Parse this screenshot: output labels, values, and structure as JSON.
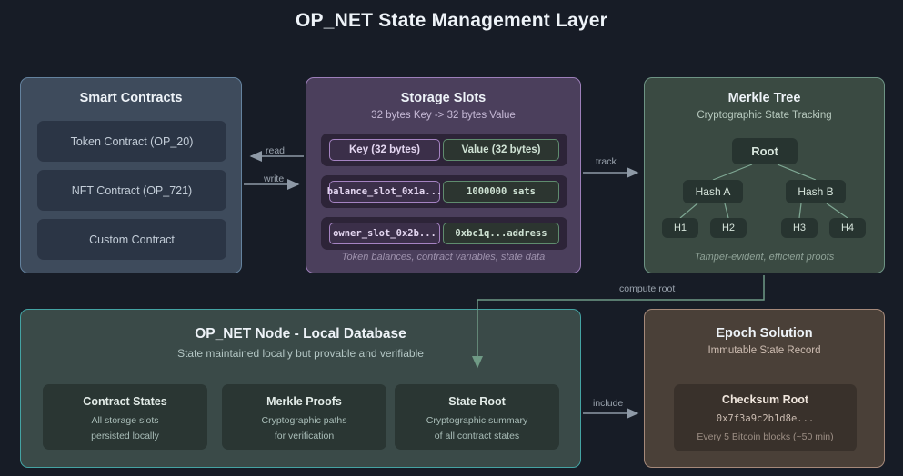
{
  "title": "OP_NET State Management Layer",
  "colors": {
    "background": "#171c26",
    "smart_contracts_border": "#64829e",
    "storage_border": "#9d7fba",
    "merkle_border": "#6d9384",
    "node_border": "#44a3a3",
    "epoch_border": "#a5897a",
    "wire": "#8e99a6",
    "wire_green": "#6f9a85"
  },
  "smart_contracts": {
    "title": "Smart Contracts",
    "items": [
      {
        "label": "Token Contract (OP_20)"
      },
      {
        "label": "NFT Contract (OP_721)"
      },
      {
        "label": "Custom Contract"
      }
    ]
  },
  "storage_slots": {
    "title": "Storage Slots",
    "subtitle": "32 bytes Key -> 32 bytes Value",
    "rows": [
      {
        "key": "Key (32 bytes)",
        "value": "Value (32 bytes)",
        "mono": false
      },
      {
        "key": "balance_slot_0x1a...",
        "value": "1000000 sats",
        "mono": true
      },
      {
        "key": "owner_slot_0x2b...",
        "value": "0xbc1q...address",
        "mono": true
      }
    ],
    "footer": "Token balances, contract variables, state data"
  },
  "merkle_tree": {
    "title": "Merkle Tree",
    "subtitle": "Cryptographic State Tracking",
    "root": "Root",
    "level1": [
      "Hash A",
      "Hash B"
    ],
    "level2": [
      "H1",
      "H2",
      "H3",
      "H4"
    ],
    "footer": "Tamper-evident, efficient proofs"
  },
  "opnet_node": {
    "title": "OP_NET Node - Local Database",
    "subtitle": "State maintained locally but provable and verifiable",
    "cards": [
      {
        "title": "Contract States",
        "line1": "All storage slots",
        "line2": "persisted locally"
      },
      {
        "title": "Merkle Proofs",
        "line1": "Cryptographic paths",
        "line2": "for verification"
      },
      {
        "title": "State Root",
        "line1": "Cryptographic summary",
        "line2": "of all contract states"
      }
    ]
  },
  "epoch_solution": {
    "title": "Epoch Solution",
    "subtitle": "Immutable State Record",
    "checksum": {
      "title": "Checksum Root",
      "hash": "0x7f3a9c2b1d8e...",
      "note": "Every 5 Bitcoin blocks (~50 min)"
    }
  },
  "connectors": {
    "read": "read",
    "write": "write",
    "track": "track",
    "compute_root": "compute root",
    "include": "include"
  }
}
